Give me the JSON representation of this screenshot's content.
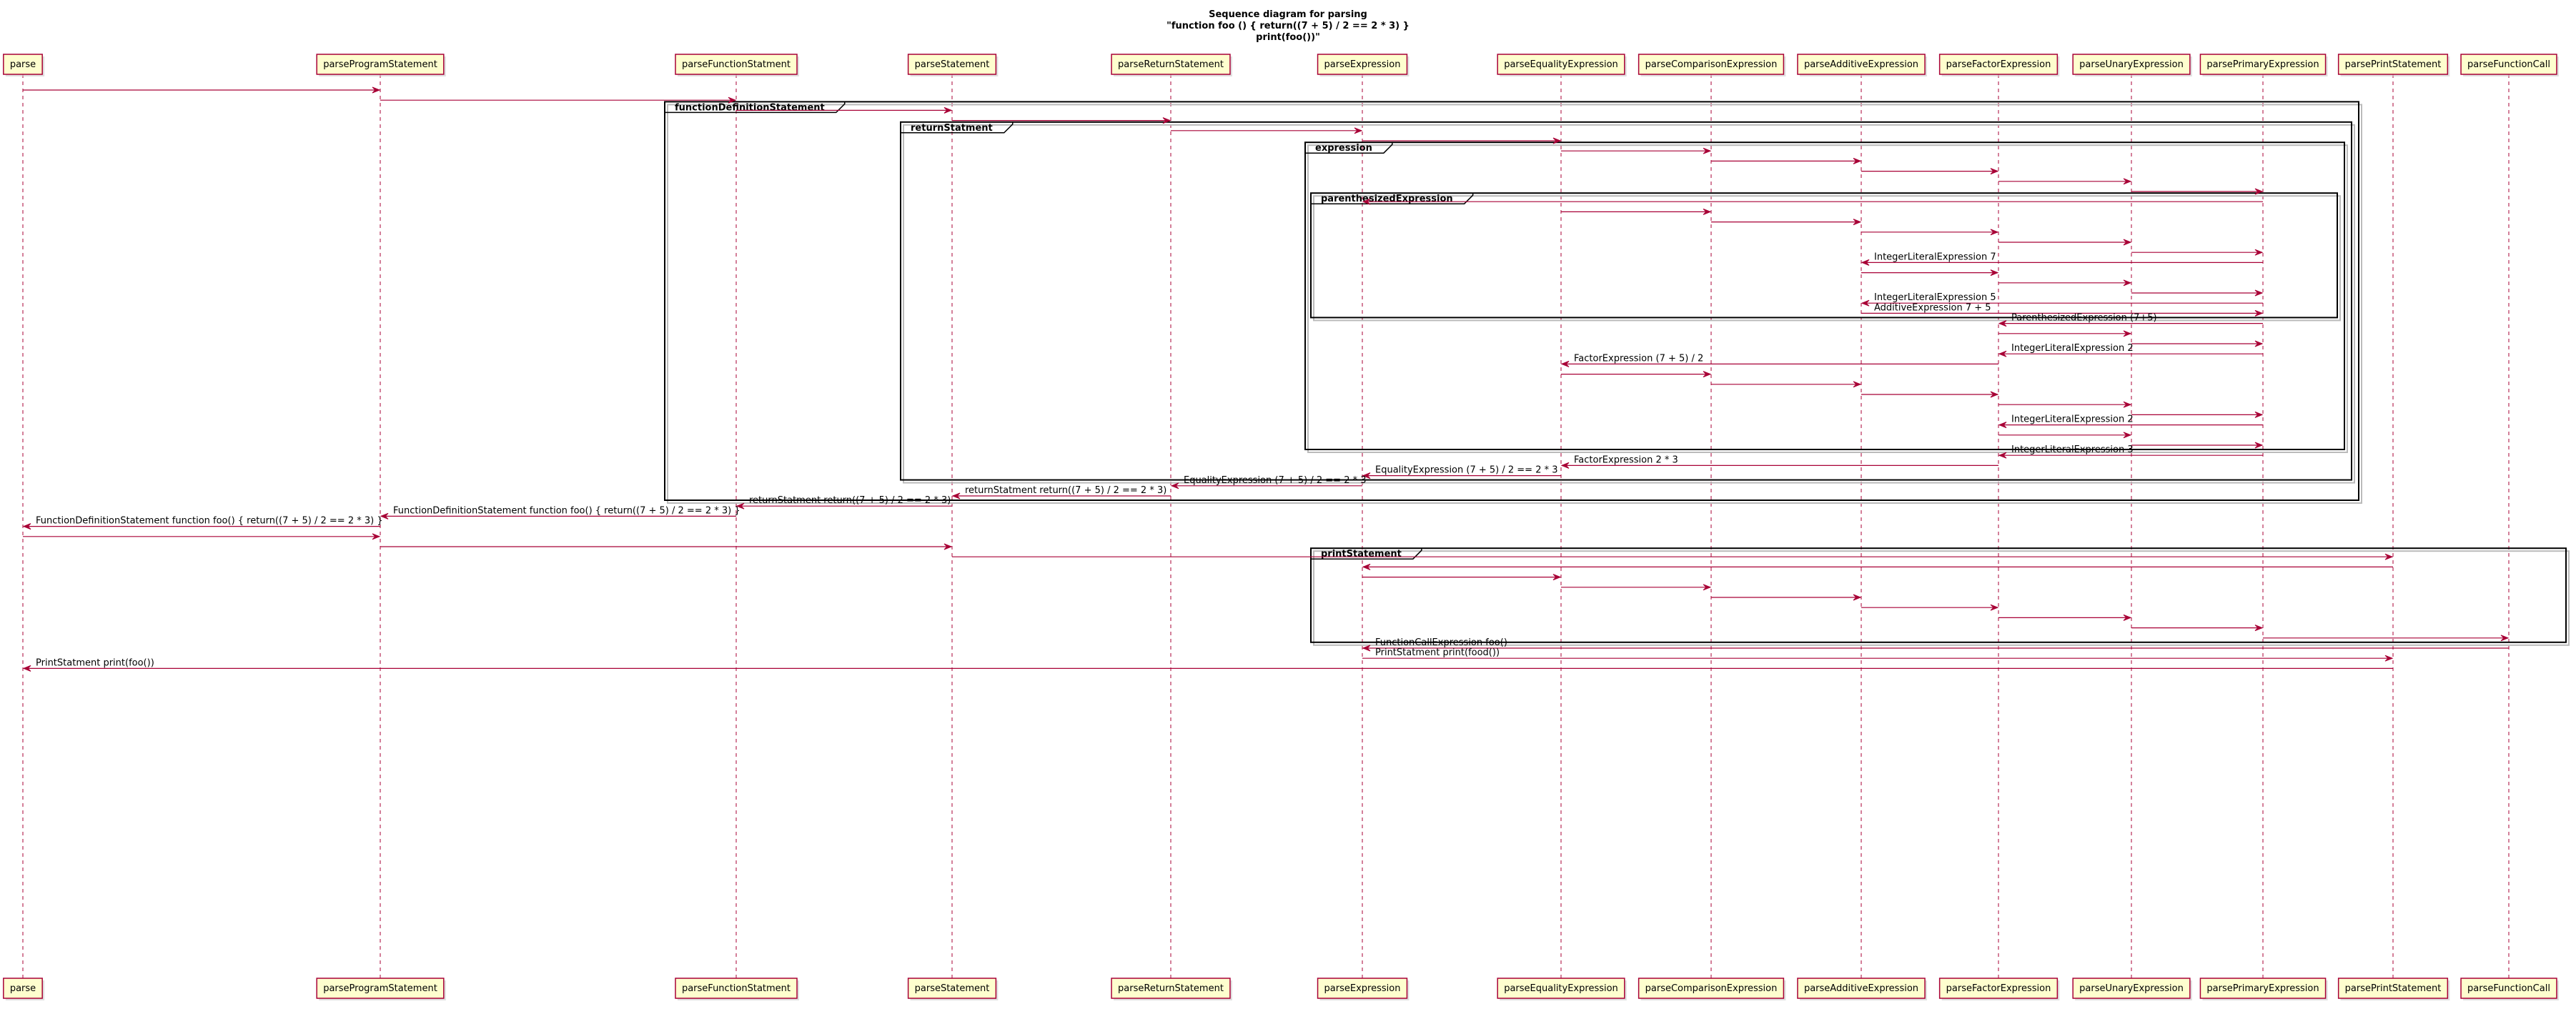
{
  "diagram": {
    "title_lines": [
      "Sequence diagram for parsing",
      "\"function foo () { return((7 + 5) / 2 == 2 * 3) }",
      "print(foo())\""
    ],
    "participants": [
      "parse",
      "parseProgramStatement",
      "parseFunctionStatment",
      "parseStatement",
      "parseReturnStatement",
      "parseExpression",
      "parseEqualityExpression",
      "parseComparisonExpression",
      "parseAdditiveExpression",
      "parseFactorExpression",
      "parseUnaryExpression",
      "parsePrimaryExpression",
      "parsePrintStatement",
      "parseFunctionCall"
    ],
    "frames": [
      {
        "label": "functionDefinitionStatement",
        "from": 2,
        "to": 11,
        "startRow": 2,
        "endRow": 40
      },
      {
        "label": "returnStatment",
        "from": 3,
        "to": 11,
        "startRow": 4,
        "endRow": 38
      },
      {
        "label": "expression",
        "from": 5,
        "to": 11,
        "startRow": 6,
        "endRow": 35
      },
      {
        "label": "parenthesizedExpression",
        "from": 5,
        "to": 11,
        "startRow": 11,
        "endRow": 22
      },
      {
        "label": "printStatement",
        "from": 5,
        "to": 13,
        "startRow": 46,
        "endRow": 54
      }
    ],
    "messages": [
      {
        "from": 0,
        "to": 1,
        "label": ""
      },
      {
        "from": 1,
        "to": 2,
        "label": ""
      },
      {
        "from": 2,
        "to": 3,
        "label": ""
      },
      {
        "from": 3,
        "to": 4,
        "label": ""
      },
      {
        "from": 4,
        "to": 5,
        "label": ""
      },
      {
        "from": 5,
        "to": 6,
        "label": ""
      },
      {
        "from": 6,
        "to": 7,
        "label": ""
      },
      {
        "from": 7,
        "to": 8,
        "label": ""
      },
      {
        "from": 8,
        "to": 9,
        "label": ""
      },
      {
        "from": 9,
        "to": 10,
        "label": ""
      },
      {
        "from": 10,
        "to": 11,
        "label": ""
      },
      {
        "from": 11,
        "to": 5,
        "label": ""
      },
      {
        "from": 6,
        "to": 7,
        "label": ""
      },
      {
        "from": 7,
        "to": 8,
        "label": ""
      },
      {
        "from": 8,
        "to": 9,
        "label": ""
      },
      {
        "from": 9,
        "to": 10,
        "label": ""
      },
      {
        "from": 10,
        "to": 11,
        "label": ""
      },
      {
        "from": 11,
        "to": 8,
        "label": "IntegerLiteralExpression 7"
      },
      {
        "from": 8,
        "to": 9,
        "label": ""
      },
      {
        "from": 9,
        "to": 10,
        "label": ""
      },
      {
        "from": 10,
        "to": 11,
        "label": ""
      },
      {
        "from": 11,
        "to": 8,
        "label": "IntegerLiteralExpression 5"
      },
      {
        "from": 8,
        "to": 11,
        "label": "AdditiveExpression 7 + 5"
      },
      {
        "from": 11,
        "to": 9,
        "label": "ParenthesizedExpression (7+5)"
      },
      {
        "from": 9,
        "to": 10,
        "label": ""
      },
      {
        "from": 10,
        "to": 11,
        "label": ""
      },
      {
        "from": 11,
        "to": 9,
        "label": "IntegerLiteralExpression 2"
      },
      {
        "from": 9,
        "to": 6,
        "label": "FactorExpression (7 + 5) / 2"
      },
      {
        "from": 6,
        "to": 7,
        "label": ""
      },
      {
        "from": 7,
        "to": 8,
        "label": ""
      },
      {
        "from": 8,
        "to": 9,
        "label": ""
      },
      {
        "from": 9,
        "to": 10,
        "label": ""
      },
      {
        "from": 10,
        "to": 11,
        "label": ""
      },
      {
        "from": 11,
        "to": 9,
        "label": "IntegerLiteralExpression 2"
      },
      {
        "from": 9,
        "to": 10,
        "label": ""
      },
      {
        "from": 10,
        "to": 11,
        "label": ""
      },
      {
        "from": 11,
        "to": 9,
        "label": "IntegerLiteralExpression 3"
      },
      {
        "from": 9,
        "to": 6,
        "label": "FactorExpression 2 * 3"
      },
      {
        "from": 6,
        "to": 5,
        "label": "EqualityExpression (7 + 5) / 2 == 2 * 3"
      },
      {
        "from": 5,
        "to": 4,
        "label": "EqualityExpression (7 + 5) / 2 == 2 * 3"
      },
      {
        "from": 4,
        "to": 3,
        "label": "returnStatment return((7 + 5) / 2 == 2 * 3)"
      },
      {
        "from": 3,
        "to": 2,
        "label": "returnStatment return((7 + 5) / 2 == 2 * 3)"
      },
      {
        "from": 2,
        "to": 1,
        "label": "FunctionDefinitionStatement function foo() { return((7 + 5) / 2 == 2 * 3) }"
      },
      {
        "from": 1,
        "to": 0,
        "label": "FunctionDefinitionStatement function foo() { return((7 + 5) / 2 == 2 * 3) }"
      },
      {
        "from": 0,
        "to": 1,
        "label": ""
      },
      {
        "from": 1,
        "to": 3,
        "label": ""
      },
      {
        "from": 3,
        "to": 12,
        "label": ""
      },
      {
        "from": 12,
        "to": 5,
        "label": ""
      },
      {
        "from": 5,
        "to": 6,
        "label": ""
      },
      {
        "from": 6,
        "to": 7,
        "label": ""
      },
      {
        "from": 7,
        "to": 8,
        "label": ""
      },
      {
        "from": 8,
        "to": 9,
        "label": ""
      },
      {
        "from": 9,
        "to": 10,
        "label": ""
      },
      {
        "from": 10,
        "to": 11,
        "label": ""
      },
      {
        "from": 11,
        "to": 13,
        "label": ""
      },
      {
        "from": 13,
        "to": 5,
        "label": "FunctionCallExpression foo()"
      },
      {
        "from": 5,
        "to": 12,
        "label": "PrintStatment print(food())"
      },
      {
        "from": 12,
        "to": 0,
        "label": "PrintStatment print(foo())"
      }
    ],
    "colors": {
      "participant_fill": "#FEFECE",
      "participant_border": "#A80036",
      "arrow": "#A80036",
      "lifeline": "#A80036",
      "frame_border": "#000000"
    }
  }
}
